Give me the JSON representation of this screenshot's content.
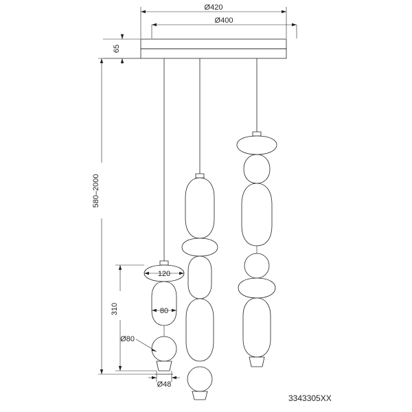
{
  "drawing": {
    "title": "pendant-lamp-technical-drawing",
    "part_number": "3343305XX",
    "line_color": "#231f20",
    "fill_color": "#ffffff",
    "dimensions": {
      "canopy_outer_diameter": "Ø420",
      "canopy_inner_diameter": "Ø400",
      "canopy_height": "65",
      "suspension_range": "580–2000",
      "shade_large_width": "120",
      "shade_small_width": "80",
      "shade_sphere_diameter": "Ø80",
      "cable_cap_diameter": "Ø48",
      "shade_group_height": "310"
    }
  }
}
